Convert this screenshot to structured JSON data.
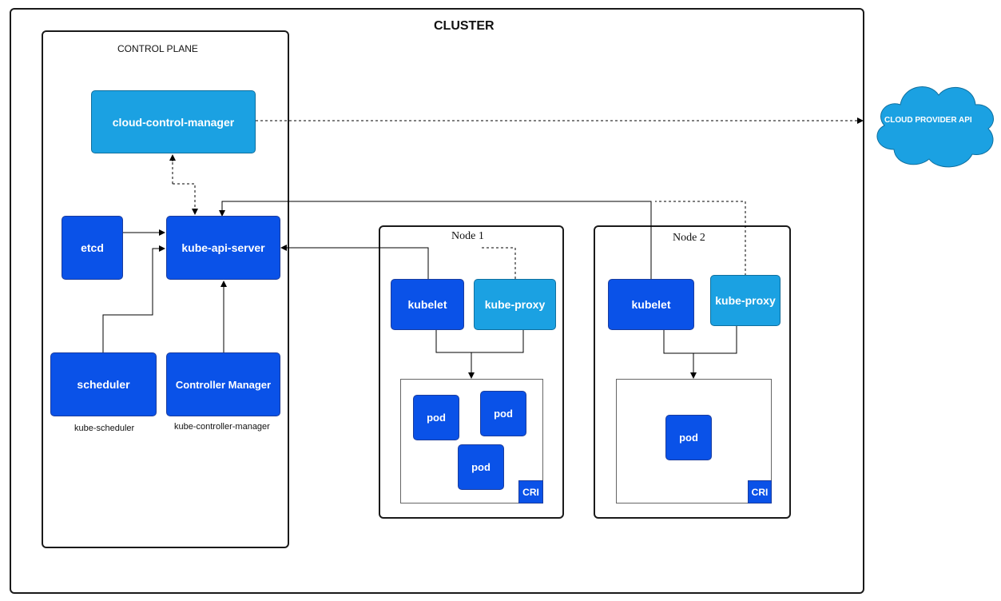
{
  "cluster": {
    "title": "CLUSTER"
  },
  "control_plane": {
    "title": "CONTROL PLANE",
    "cloud_control_manager": "cloud-control-manager",
    "etcd": "etcd",
    "kube_api_server": "kube-api-server",
    "scheduler": "scheduler",
    "scheduler_sub": "kube-scheduler",
    "controller_manager": "Controller Manager",
    "controller_manager_sub": "kube-controller-manager"
  },
  "cloud_provider": {
    "label": "CLOUD PROVIDER API"
  },
  "nodes": [
    {
      "title": "Node 1",
      "kubelet": "kubelet",
      "kube_proxy": "kube-proxy",
      "pods": [
        "pod",
        "pod",
        "pod"
      ],
      "runtime": "CRI"
    },
    {
      "title": "Node 2",
      "kubelet": "kubelet",
      "kube_proxy": "kube-proxy",
      "pods": [
        "pod"
      ],
      "runtime": "CRI"
    }
  ],
  "colors": {
    "component_dark": "#0a52e8",
    "component_light": "#1ba1e2",
    "cloud": "#1ba1e2",
    "border": "#1a1a1a"
  }
}
